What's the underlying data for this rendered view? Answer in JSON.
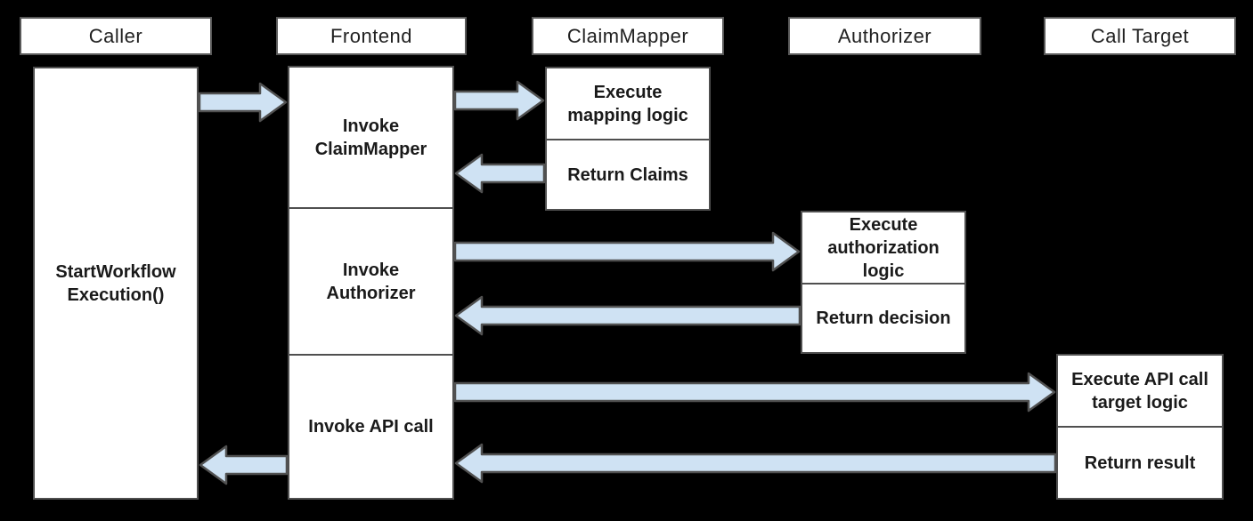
{
  "diagram": {
    "lifelines": [
      {
        "id": "caller",
        "label": "Caller"
      },
      {
        "id": "frontend",
        "label": "Frontend"
      },
      {
        "id": "claimmapper",
        "label": "ClaimMapper"
      },
      {
        "id": "authorizer",
        "label": "Authorizer"
      },
      {
        "id": "calltarget",
        "label": "Call Target"
      }
    ],
    "caller": {
      "activation_label": "StartWorkflow\nExecution()"
    },
    "frontend": {
      "steps": [
        {
          "label": "Invoke\nClaimMapper"
        },
        {
          "label": "Invoke\nAuthorizer"
        },
        {
          "label": "Invoke API call"
        }
      ]
    },
    "claimmapper": {
      "steps": [
        {
          "label": "Execute\nmapping logic"
        },
        {
          "label": "Return Claims"
        }
      ]
    },
    "authorizer": {
      "steps": [
        {
          "label": "Execute\nauthorization\nlogic"
        },
        {
          "label": "Return decision"
        }
      ]
    },
    "calltarget": {
      "steps": [
        {
          "label": "Execute API call\ntarget logic"
        },
        {
          "label": "Return result"
        }
      ]
    },
    "connections": [
      {
        "from": "Caller",
        "to": "Frontend",
        "direction": "right"
      },
      {
        "from": "Frontend",
        "to": "ClaimMapper",
        "direction": "right"
      },
      {
        "from": "ClaimMapper",
        "to": "Frontend",
        "direction": "left"
      },
      {
        "from": "Frontend",
        "to": "Authorizer",
        "direction": "right"
      },
      {
        "from": "Authorizer",
        "to": "Frontend",
        "direction": "left"
      },
      {
        "from": "Frontend",
        "to": "Call Target",
        "direction": "right"
      },
      {
        "from": "Call Target",
        "to": "Frontend",
        "direction": "left"
      },
      {
        "from": "Frontend",
        "to": "Caller",
        "direction": "left"
      }
    ],
    "colors": {
      "background": "#000000",
      "box_fill": "#ffffff",
      "box_border": "#595959",
      "arrow_fill": "#cfe2f3",
      "arrow_stroke": "#515151",
      "text": "#1a1a1a"
    }
  }
}
